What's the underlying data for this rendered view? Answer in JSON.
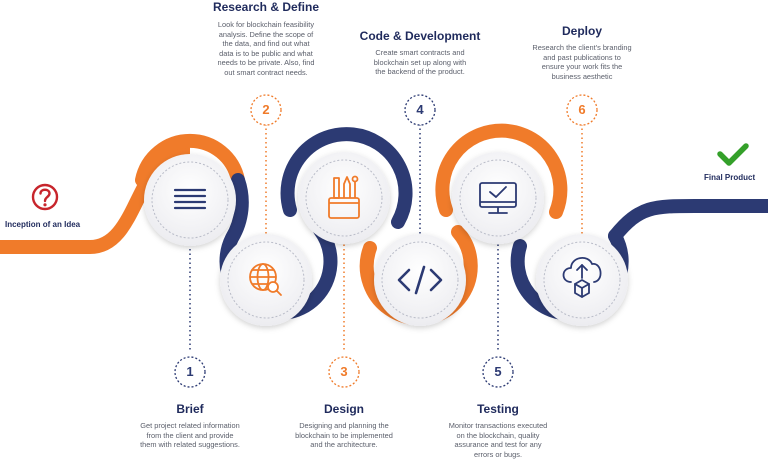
{
  "colors": {
    "orange": "#f07b2a",
    "navy": "#2c3a73",
    "title": "#1f2a5c",
    "question_red": "#c7252c",
    "check_green": "#34a02a",
    "text_gray": "#5b5f6b"
  },
  "start": {
    "label": "Inception of an Idea",
    "icon": "question-circle-icon"
  },
  "end": {
    "label": "Final Product",
    "icon": "checkmark-icon"
  },
  "steps": [
    {
      "number": "1",
      "title": "Brief",
      "description": "Get project related information\nfrom the client and provide\nthem with related suggestions.",
      "icon": "list-lines-icon"
    },
    {
      "number": "2",
      "title": "Research & Define",
      "description": "Look for blockchain feasibility\nanalysis. Define the scope of\nthe data, and find out what\ndata is to be public and what\nneeds to be private. Also, find\nout smart contract needs.",
      "icon": "globe-search-icon"
    },
    {
      "number": "3",
      "title": "Design",
      "description": "Designing and planning the\nblockchain to be implemented\nand the architecture.",
      "icon": "design-tools-icon"
    },
    {
      "number": "4",
      "title": "Code & Development",
      "description": "Create smart contracts and\nblockchain set up along with\nthe backend of the product.",
      "icon": "code-brackets-icon"
    },
    {
      "number": "5",
      "title": "Testing",
      "description": "Monitor transactions executed\non the blockchain, quality\nassurance and test for any\nerrors or bugs.",
      "icon": "monitor-check-icon"
    },
    {
      "number": "6",
      "title": "Deploy",
      "description": "Research the client's branding\nand past publications to\nensure your work fits the\nbusiness aesthetic",
      "icon": "cloud-upload-icon"
    }
  ]
}
